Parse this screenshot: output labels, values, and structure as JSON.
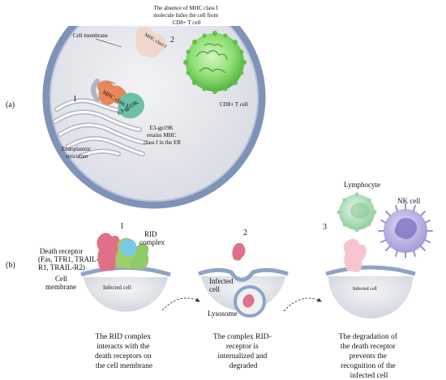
{
  "panel_a": {
    "label": "(a)",
    "cell_membrane": "Cell membrane",
    "step1": "1",
    "step2": "2",
    "mhc_inner": "MHC class I",
    "e3_label": "E3-gp19K",
    "mhc_outer": "MHC class I",
    "absence_text": [
      "The absence of MHC class I",
      "molecule hides the cell from",
      "CD8+ T cell"
    ],
    "retains_text": [
      "E3-gp19K",
      "retains MHC",
      "class I in the ER"
    ],
    "er_text": [
      "Endoplasmic",
      "reticulum"
    ],
    "tcell": "CD8+ T cell"
  },
  "panel_b": {
    "label": "(b)",
    "step1": "1",
    "step2": "2",
    "step3": "3",
    "rid": [
      "RID",
      "complex"
    ],
    "death_receptor": [
      "Death receptor",
      "(Fas, TFR1, TRAIL-",
      "R1, TRAIL-R2)"
    ],
    "cell_membrane": [
      "Cell",
      "membrane"
    ],
    "infected1": "Infected cell",
    "infected2": [
      "Infected",
      "cell"
    ],
    "lysosome": "Lysosome",
    "infected3": "Infected cell",
    "lymphocyte": "Lymphocyte",
    "nk": "NK cell",
    "cap1": [
      "The RID complex",
      "interacts with the",
      "death receptors on",
      "the cell membrane"
    ],
    "cap2": [
      "The complex RID-",
      "receptor is",
      "internalized and",
      "degraded"
    ],
    "cap3": [
      "The degradation of",
      "the death receptor",
      "prevents the",
      "recognition of the",
      "infected cell"
    ]
  },
  "colors": {
    "membrane": "#8fa3c6",
    "cytoplasm": "#e3e4ea",
    "mhc": "#e8875a",
    "e3": "#6cc0a6",
    "receptor": "#e07088",
    "rid_blue": "#7ac8e4",
    "rid_green": "#9fcf6a",
    "tcell": "#7fd36a",
    "lymphocyte": "#a9dcb6",
    "nk": "#b9aee6"
  }
}
